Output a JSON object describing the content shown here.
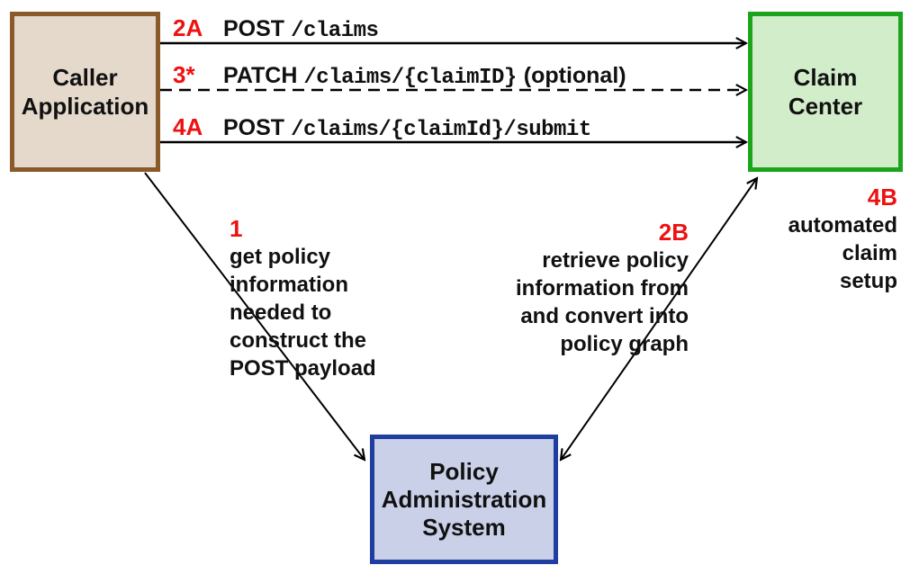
{
  "diagram": {
    "title": "Claim Center API flow",
    "nodes": {
      "caller": {
        "label_lines": [
          "Caller",
          "Application"
        ],
        "fill": "#e4d9cb",
        "border": "#8b5a2b"
      },
      "claim_center": {
        "label_lines": [
          "Claim",
          "Center"
        ],
        "fill": "#d2edca",
        "border": "#1ca41c"
      },
      "policy_admin": {
        "label_lines": [
          "Policy",
          "Administration",
          "System"
        ],
        "fill": "#c9d0e7",
        "border": "#1f3fa0"
      }
    },
    "api_calls": [
      {
        "step": "2A",
        "method": "POST",
        "path": "/claims",
        "suffix": "",
        "line_style": "solid",
        "from": "caller",
        "to": "claim_center"
      },
      {
        "step": "3*",
        "method": "PATCH",
        "path": "/claims/{claimID}",
        "suffix": "(optional)",
        "line_style": "dashed",
        "from": "caller",
        "to": "claim_center"
      },
      {
        "step": "4A",
        "method": "POST",
        "path": "/claims/{claimId}/submit",
        "suffix": "",
        "line_style": "solid",
        "from": "caller",
        "to": "claim_center"
      }
    ],
    "annotations": [
      {
        "step": "1",
        "lines": [
          "get policy",
          "information",
          "needed to",
          "construct the",
          "POST payload"
        ],
        "align": "left",
        "connector": "caller-to-policy-admin"
      },
      {
        "step": "2B",
        "lines": [
          "retrieve policy",
          "information from",
          "and convert into",
          "policy graph"
        ],
        "align": "right",
        "connector": "policy-admin-to-claim-center"
      },
      {
        "step": "4B",
        "lines": [
          "automated",
          "claim",
          "setup"
        ],
        "align": "right",
        "connector": "claim-center"
      }
    ],
    "colors": {
      "accent_red": "#ee1111",
      "connector_black": "#000000",
      "background": "#ffffff"
    }
  }
}
